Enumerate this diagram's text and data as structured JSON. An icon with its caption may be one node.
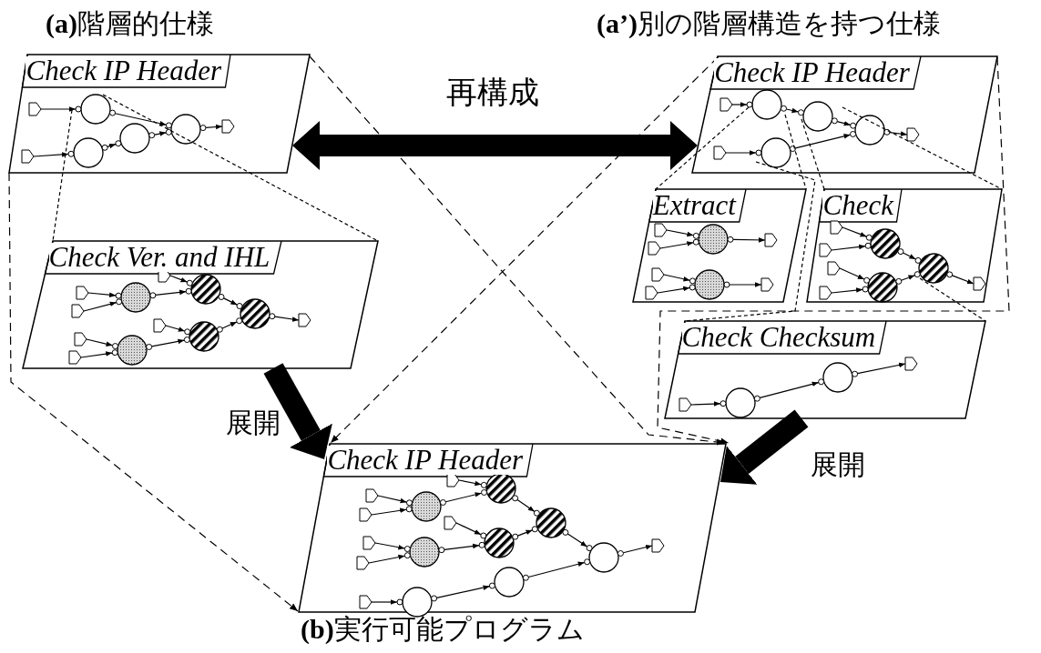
{
  "diagram": {
    "nodes": [
      {
        "text": [
          "Check IP Header"
        ]
      },
      {
        "text": [
          "Check IP Header"
        ]
      },
      {
        "text": [
          "Check Ver. and IHL"
        ]
      },
      {
        "text": [
          "Extract"
        ]
      },
      {
        "text": [
          "Check"
        ]
      },
      {
        "text": [
          "Check Checksum"
        ]
      },
      {
        "text": [
          "Check IP Header"
        ]
      }
    ],
    "edges": [
      {
        "from": 0,
        "to": 1,
        "arrow": "both",
        "label": "再構成",
        "style": "thick"
      },
      {
        "from": 2,
        "to": 6,
        "arrow": "to",
        "label": "展開",
        "style": "thick"
      },
      {
        "from": 5,
        "to": 6,
        "arrow": "to",
        "label": "展開",
        "style": "thick"
      },
      {
        "from": 0,
        "to": 6,
        "arrow": "to",
        "style": "dashed"
      },
      {
        "from": 0,
        "to": 6,
        "arrow": "to",
        "style": "dashed"
      },
      {
        "from": 1,
        "to": 6,
        "arrow": "to",
        "style": "dashed"
      },
      {
        "from": 1,
        "to": 6,
        "arrow": "to",
        "style": "dashed"
      },
      {
        "from": 0,
        "to": 2,
        "arrow": "none",
        "style": "dashed"
      },
      {
        "from": 0,
        "to": 2,
        "arrow": "none",
        "style": "dashed"
      },
      {
        "from": 1,
        "to": 3,
        "arrow": "none",
        "style": "dashed"
      },
      {
        "from": 1,
        "to": 3,
        "arrow": "none",
        "style": "dashed"
      },
      {
        "from": 1,
        "to": 4,
        "arrow": "none",
        "style": "dashed"
      },
      {
        "from": 1,
        "to": 4,
        "arrow": "none",
        "style": "dashed"
      },
      {
        "from": 1,
        "to": 5,
        "arrow": "none",
        "style": "dashed"
      },
      {
        "from": 4,
        "to": 5,
        "arrow": "none",
        "style": "dashed"
      }
    ],
    "labels": [
      "**(a)**階層的仕様",
      "**(a’)**別の階層構造を持つ仕様",
      "**(b)**実行可能プログラム"
    ]
  }
}
